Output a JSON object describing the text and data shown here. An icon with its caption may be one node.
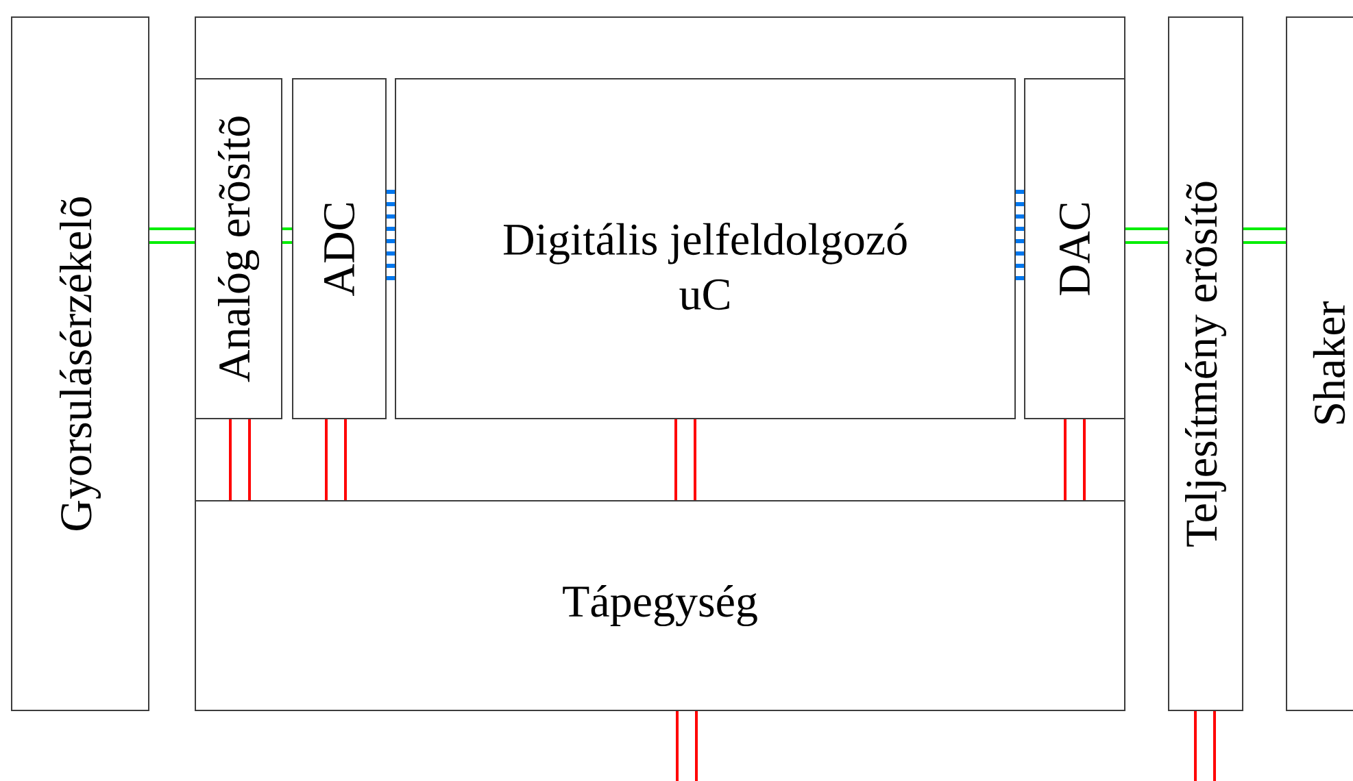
{
  "diagram": {
    "nodes": [
      {
        "text": [
          "Gyorsulásérzékelõ"
        ]
      },
      {
        "text": [],
        "shape": "box"
      },
      {
        "text": [
          "Analóg erõsítõ"
        ],
        "in": 1
      },
      {
        "text": [
          "ADC"
        ],
        "in": 1
      },
      {
        "text": [
          "Digitális jelfeldolgozó uC"
        ],
        "in": 1
      },
      {
        "text": [
          "DAC"
        ],
        "in": 1
      },
      {
        "text": [
          "Tápegység"
        ],
        "in": 1
      },
      {
        "text": [
          "Teljesítmény erõsítõ"
        ]
      },
      {
        "text": [
          "Shaker"
        ]
      }
    ],
    "edges": [
      {
        "from": 0,
        "to": 2,
        "arrow": "none",
        "color": "#00ee00"
      },
      {
        "from": 2,
        "to": 3,
        "arrow": "none",
        "color": "#00ee00"
      },
      {
        "from": 3,
        "to": 4,
        "arrow": "none",
        "color": "#0077ee"
      },
      {
        "from": 4,
        "to": 5,
        "arrow": "none",
        "color": "#0077ee"
      },
      {
        "from": 5,
        "to": 7,
        "arrow": "none",
        "color": "#00ee00"
      },
      {
        "from": 7,
        "to": 8,
        "arrow": "none",
        "color": "#00ee00"
      },
      {
        "from": 6,
        "to": 2,
        "arrow": "none"
      },
      {
        "from": 6,
        "to": 3,
        "arrow": "none"
      },
      {
        "from": 6,
        "to": 4,
        "arrow": "none"
      },
      {
        "from": 6,
        "to": 5,
        "arrow": "none"
      },
      {
        "from": 6,
        "to": null,
        "arrow": "none"
      },
      {
        "from": 7,
        "to": null,
        "arrow": "none"
      }
    ]
  }
}
